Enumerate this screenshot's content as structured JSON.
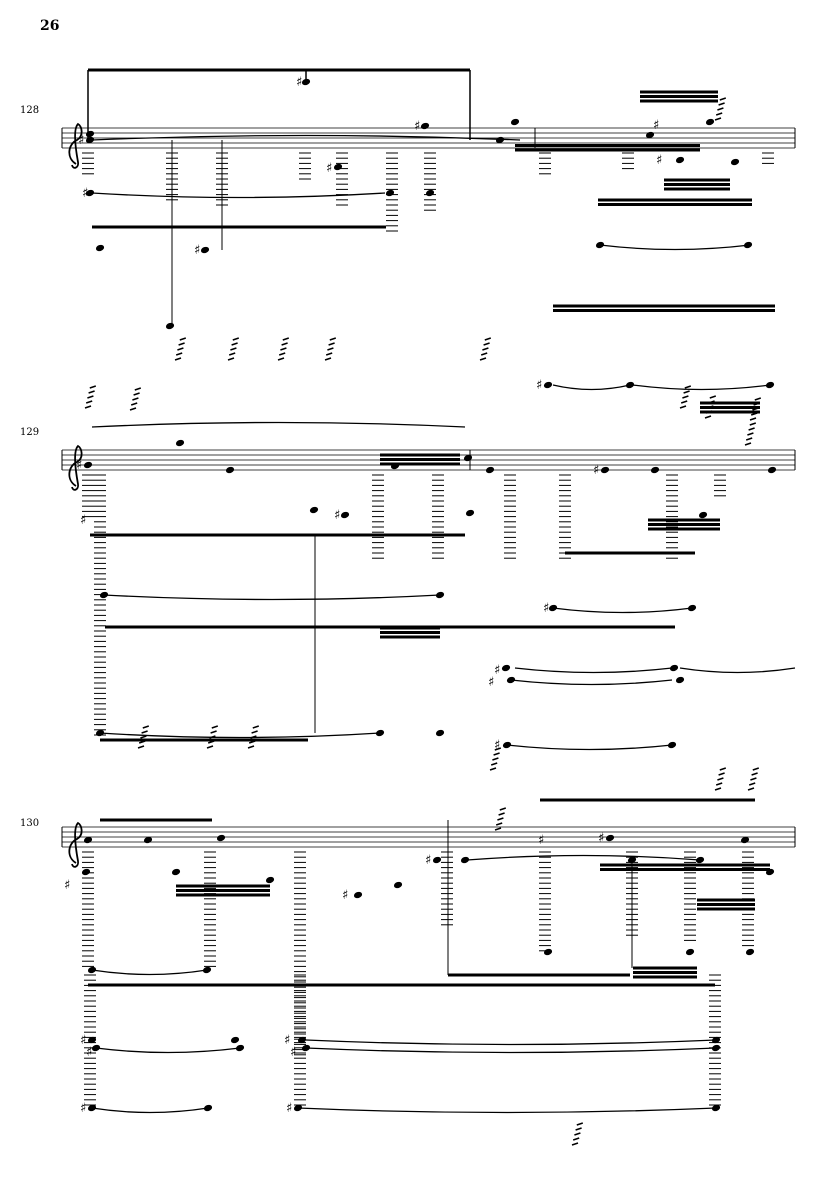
{
  "page": {
    "number": "26"
  },
  "systems": [
    {
      "measure_number": "128"
    },
    {
      "measure_number": "129"
    },
    {
      "measure_number": "130"
    }
  ],
  "colors": {
    "ink": "#000000",
    "paper": "#ffffff"
  }
}
